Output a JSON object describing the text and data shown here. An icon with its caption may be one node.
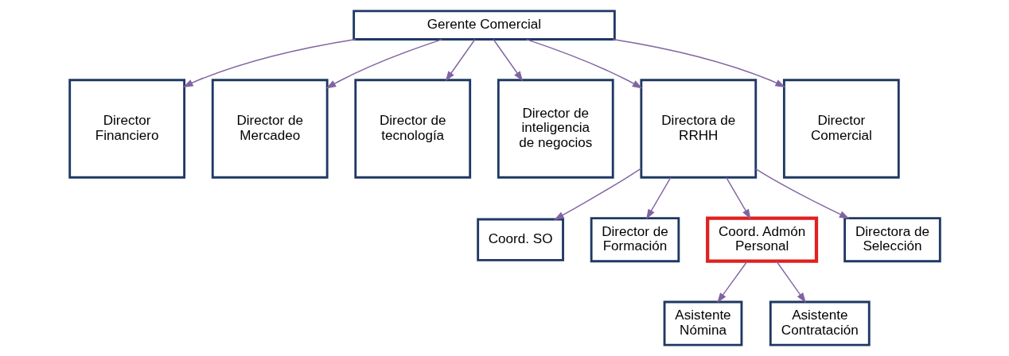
{
  "diagram": {
    "nodes": [
      {
        "text": [
          "Gerente Comercial"
        ]
      },
      {
        "text": [
          "Director Financiero"
        ]
      },
      {
        "text": [
          "Director de Mercadeo"
        ]
      },
      {
        "text": [
          "Director de tecnología"
        ]
      },
      {
        "text": [
          "Director de inteligencia de negocios"
        ]
      },
      {
        "text": [
          "Directora de RRHH"
        ]
      },
      {
        "text": [
          "Director Comercial"
        ]
      },
      {
        "text": [
          "Coord. SO"
        ]
      },
      {
        "text": [
          "Director de Formación"
        ]
      },
      {
        "text": [
          "Coord. Admón Personal"
        ]
      },
      {
        "text": [
          "Directora de Selección"
        ]
      },
      {
        "text": [
          "Asistente Nómina"
        ]
      },
      {
        "text": [
          "Asistente Contratación"
        ]
      }
    ],
    "edges": [
      {
        "from": 0,
        "to": 1,
        "arrow": "to"
      },
      {
        "from": 0,
        "to": 2,
        "arrow": "to"
      },
      {
        "from": 0,
        "to": 3,
        "arrow": "to"
      },
      {
        "from": 0,
        "to": 4,
        "arrow": "to"
      },
      {
        "from": 0,
        "to": 5,
        "arrow": "to"
      },
      {
        "from": 0,
        "to": 6,
        "arrow": "to"
      },
      {
        "from": 5,
        "to": 7,
        "arrow": "to"
      },
      {
        "from": 5,
        "to": 8,
        "arrow": "to"
      },
      {
        "from": 5,
        "to": 9,
        "arrow": "to"
      },
      {
        "from": 5,
        "to": 10,
        "arrow": "to"
      },
      {
        "from": 9,
        "to": 11,
        "arrow": "to"
      },
      {
        "from": 9,
        "to": 12,
        "arrow": "to"
      }
    ]
  }
}
